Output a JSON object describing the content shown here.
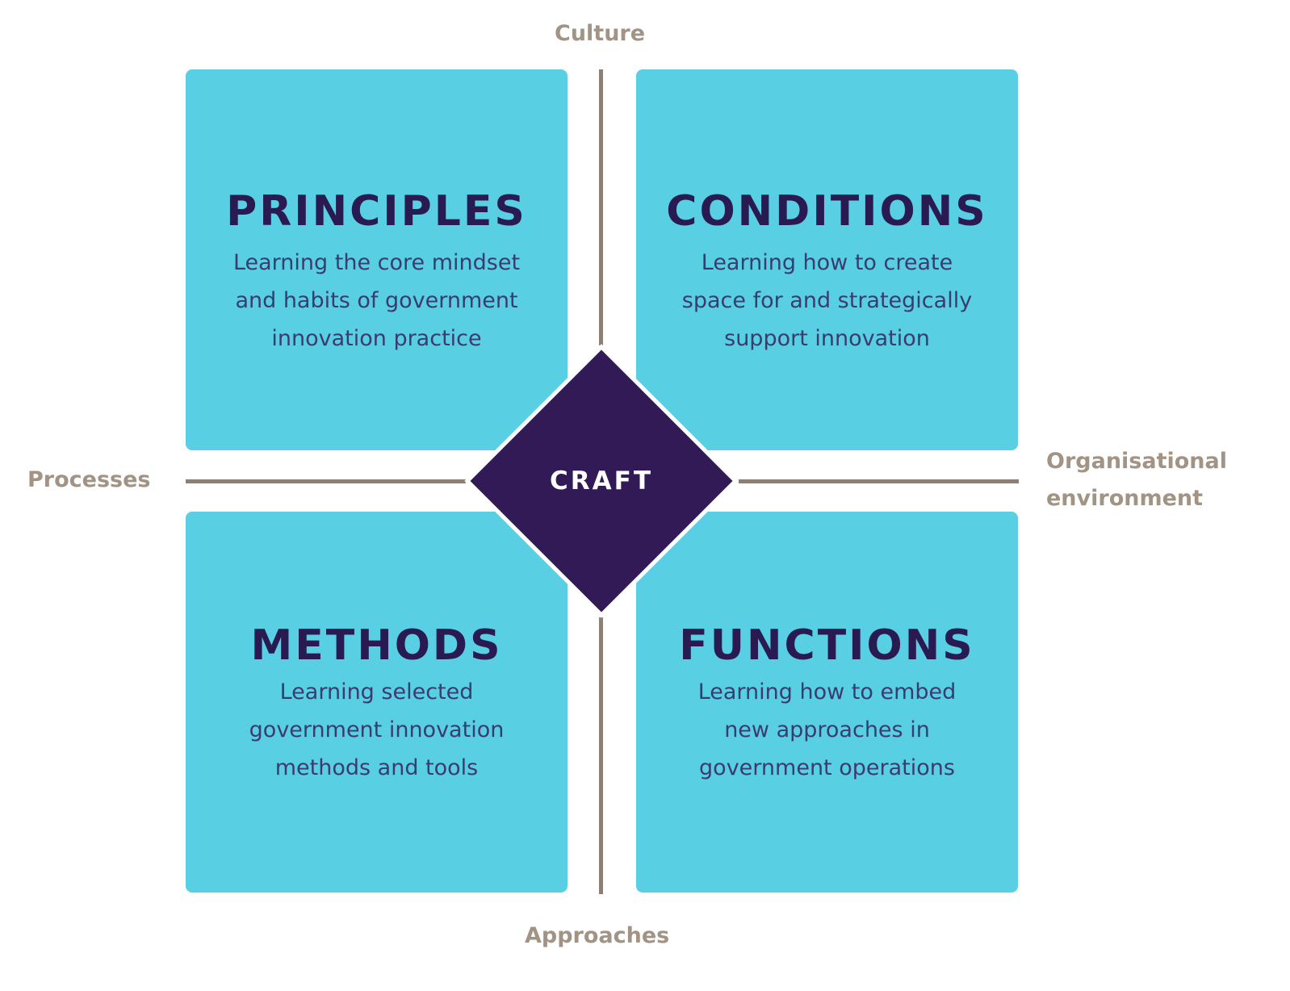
{
  "axes": {
    "top": "Culture",
    "bottom": "Approaches",
    "left": "Processes",
    "right_line1": "Organisational",
    "right_line2": "environment"
  },
  "center": {
    "label": "CRAFT"
  },
  "quadrants": [
    {
      "title": "PRINCIPLES",
      "lines": [
        "Learning the core mindset",
        "and habits of government",
        "innovation practice"
      ]
    },
    {
      "title": "CONDITIONS",
      "lines": [
        "Learning how to create",
        "space for and strategically",
        "support innovation"
      ]
    },
    {
      "title": "METHODS",
      "lines": [
        "Learning selected",
        "government innovation",
        "methods and tools"
      ]
    },
    {
      "title": "FUNCTIONS",
      "lines": [
        "Learning how to embed",
        "new approaches in",
        "government operations"
      ]
    }
  ],
  "colors": {
    "box": "#59cfe4",
    "center": "#311a55",
    "title": "#2a1a52",
    "axis_label": "#a29484",
    "line": "#8c8076"
  }
}
